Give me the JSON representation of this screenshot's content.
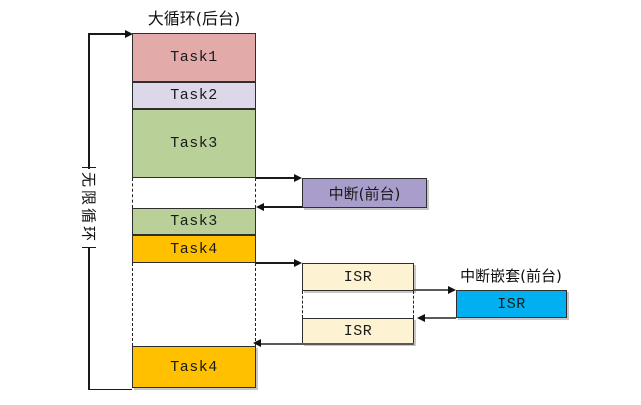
{
  "diagram": {
    "title": "大循环(后台)",
    "loop_label": "无限循环",
    "nested_title": "中断嵌套(前台)",
    "colors": {
      "task1": "#e2aba9",
      "task2": "#dcd8ea",
      "task3": "#b9d199",
      "task4": "#ffc000",
      "interrupt": "#a99dcb",
      "isr": "#fdf2d2",
      "isr_nested": "#00b0f0",
      "line": "#1a1a1a"
    },
    "boxes": {
      "task1": {
        "label": "Task1"
      },
      "task2": {
        "label": "Task2"
      },
      "task3a": {
        "label": "Task3"
      },
      "task3b": {
        "label": "Task3"
      },
      "task4a": {
        "label": "Task4"
      },
      "task4b": {
        "label": "Task4"
      },
      "interrupt": {
        "label": "中断(前台)"
      },
      "isr1": {
        "label": "ISR"
      },
      "isr2": {
        "label": "ISR"
      },
      "isr_nested": {
        "label": "ISR"
      }
    }
  }
}
